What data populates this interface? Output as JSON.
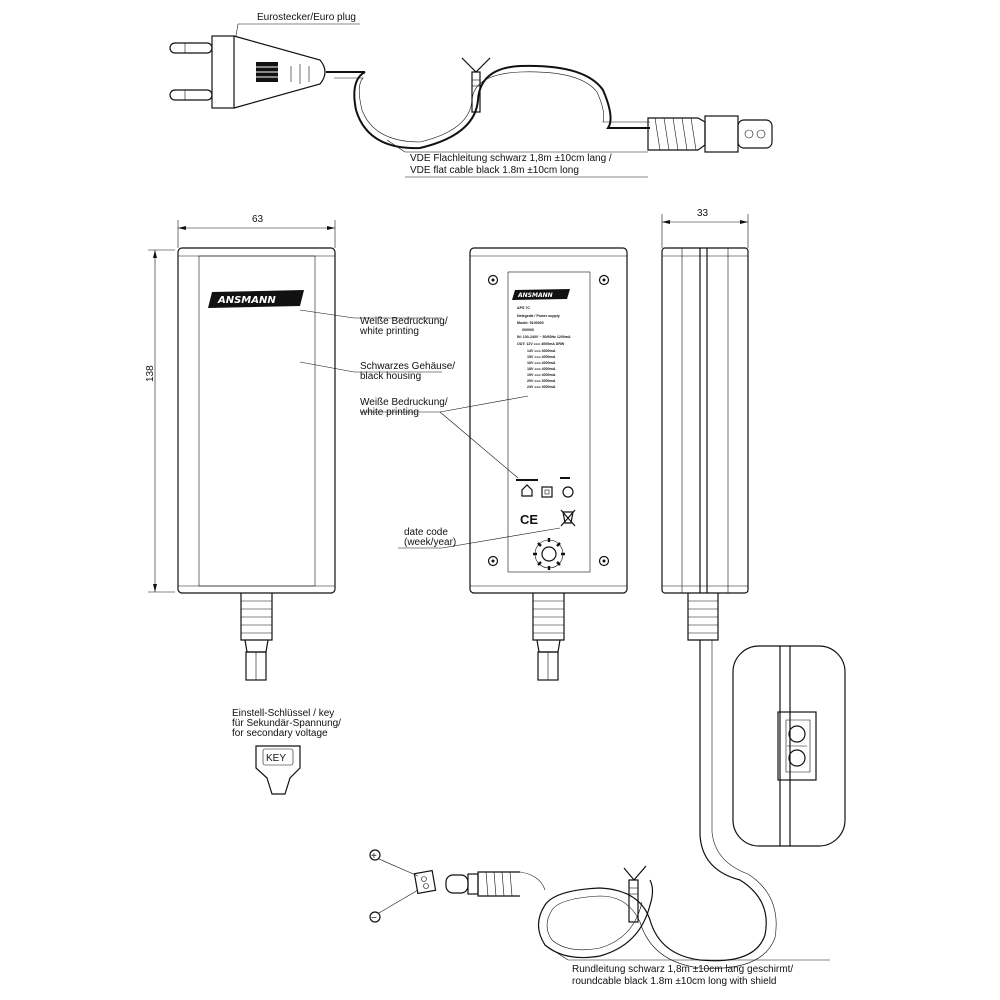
{
  "plug": {
    "label": "Eurostecker/Euro plug"
  },
  "flat_cable": {
    "line1": "VDE Flachleitung schwarz 1,8m ±10cm lang /",
    "line2": "VDE flat cable black 1.8m ±10cm long"
  },
  "dimensions": {
    "width": "63",
    "height": "138",
    "depth": "33"
  },
  "front_view": {
    "brand": "ANSMANN",
    "callout_print": {
      "line1": "Weiße Bedruckung/",
      "line2": "white printing"
    },
    "callout_housing": {
      "line1": "Schwarzes Gehäuse/",
      "line2": "black housing"
    }
  },
  "back_view": {
    "brand": "ANSMANN",
    "callout_print": {
      "line1": "Weiße Bedruckung/",
      "line2": "white printing"
    },
    "callout_date": {
      "line1": "date code",
      "line2": "(week/year)"
    },
    "label_text": {
      "model": "APS 7C",
      "type": "Netzgerät / Power supply",
      "ref": "Model: 5100000",
      "code": "000000",
      "input": "IN: 100-240V ~ 50/60Hz 1200mA",
      "output": "OUT: 12V === 4000mA     DRW",
      "rows": [
        "14V === 4000mA",
        "15V === 4000mA",
        "16V === 4000mA",
        "18V === 4000mA",
        "19V === 4000mA",
        "20V === 3000mA",
        "24V === 3000mA"
      ],
      "ce": "CE"
    }
  },
  "key": {
    "line1": "Einstell-Schlüssel / key",
    "line2": "für Sekundär-Spannung/",
    "line3": "for secondary voltage",
    "label": "KEY"
  },
  "round_cable": {
    "line1": "Rundleitung schwarz 1,8m ±10cm lang geschirmt/",
    "line2": "roundcable black 1.8m ±10cm long with shield"
  },
  "polarity": {
    "plus": "+",
    "minus": "−"
  }
}
